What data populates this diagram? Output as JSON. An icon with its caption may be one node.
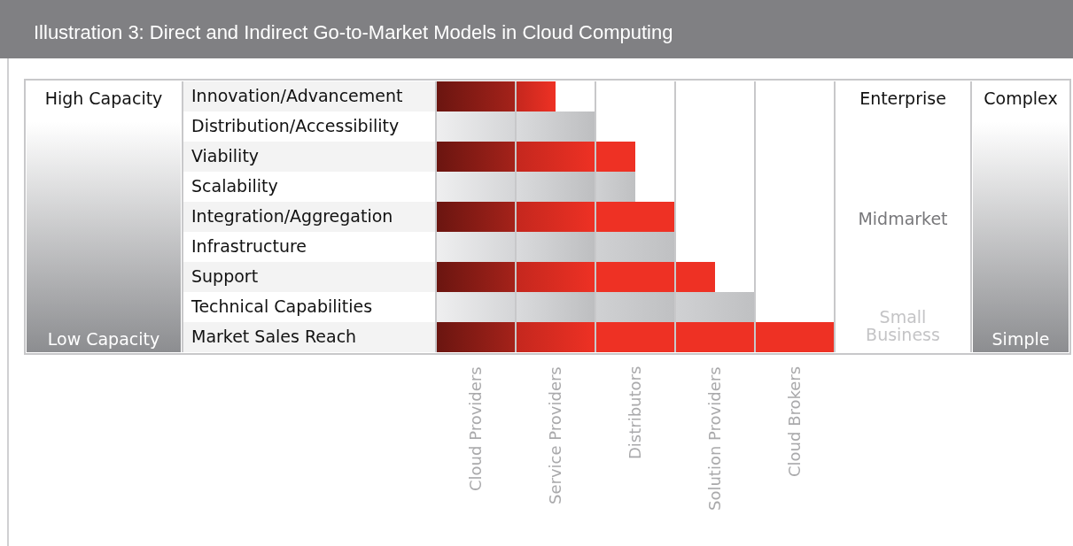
{
  "diagram": {
    "title": "Illustration 3: Direct and Indirect Go-to-Market Models in Cloud Computing",
    "labels": [
      "High Capacity",
      "Low Capacity",
      "Innovation/Advancement",
      "Distribution/Accessibility",
      "Viability",
      "Scalability",
      "Integration/Aggregation",
      "Infrastructure",
      "Support",
      "Technical Capabilities",
      "Market Sales Reach",
      "Enterprise",
      "Midmarket",
      "Small Business",
      "Complex",
      "Simple",
      "Cloud Providers",
      "Service Providers",
      "Distributors",
      "Solution Providers",
      "Cloud Brokers"
    ]
  }
}
